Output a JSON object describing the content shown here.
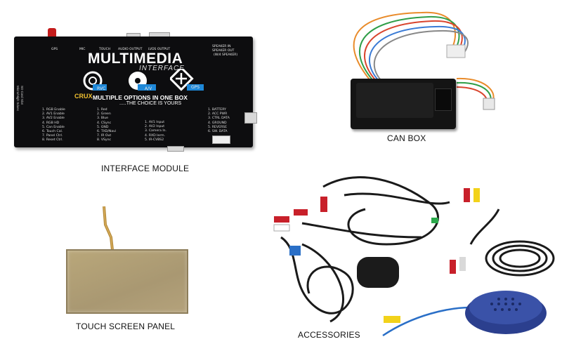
{
  "captions": {
    "interface_module": "INTERFACE MODULE",
    "can_box": "CAN BOX",
    "touch_screen_panel": "TOUCH SCREEN PANEL",
    "accessories": "ACCESSORIES"
  },
  "module": {
    "top_ports": [
      "GPS",
      "MIC",
      "TOUCH",
      "AUDIO OUTPUT",
      "LVDS OUTPUT"
    ],
    "speaker_label_1": "SPEAKER IN",
    "speaker_label_2": "SPEAKER OUT",
    "speaker_label_3": "(W/4 SPEAKER)",
    "title_multi": "MULTI",
    "title_media": "MEDIA",
    "subtitle": "INTERFACE",
    "badge_rvc": "RVC",
    "badge_av": "A/V",
    "badge_gps": "GPS",
    "brand": "CRUX",
    "tagline_1": "MULTIPLE OPTIONS IN ONE BOX",
    "tagline_2": ".....THE CHOICE IS YOURS",
    "sd_slot_1": "SD Card Slot",
    "sd_slot_2": "Micro/High Sdxec",
    "col1": [
      "1. RGB Enable",
      "2. AV1 Enable",
      "3. AV2 Enable",
      "4. RGB HD",
      "5. Can Enable",
      "6. Touch Cal.",
      "7. Panel Ctrl.",
      "8. Reset Ctrl."
    ],
    "col2": [
      "1. Red",
      "2. Green",
      "3. Blue",
      "4. CSync",
      "5. GND",
      "6. TXD/Navi",
      "7. IR Out",
      "8. VSync"
    ],
    "col3": [
      "1. AV1 Input",
      "2. AV2 Input",
      "3. Camera In.",
      "4. RXD Ierm.",
      "5. IR-CVBS2"
    ],
    "col4": [
      "1. BATTERY",
      "2. ACC PWR",
      "3. CTRL DATA",
      "4. GROUND",
      "5. REVERSE",
      "6. SW. DATA"
    ]
  },
  "colors": {
    "module_body": "#0d0d0f",
    "accent_yellow": "#f2c230",
    "badge_blue": "#1e88d8",
    "antenna_red": "#c41c1c"
  }
}
